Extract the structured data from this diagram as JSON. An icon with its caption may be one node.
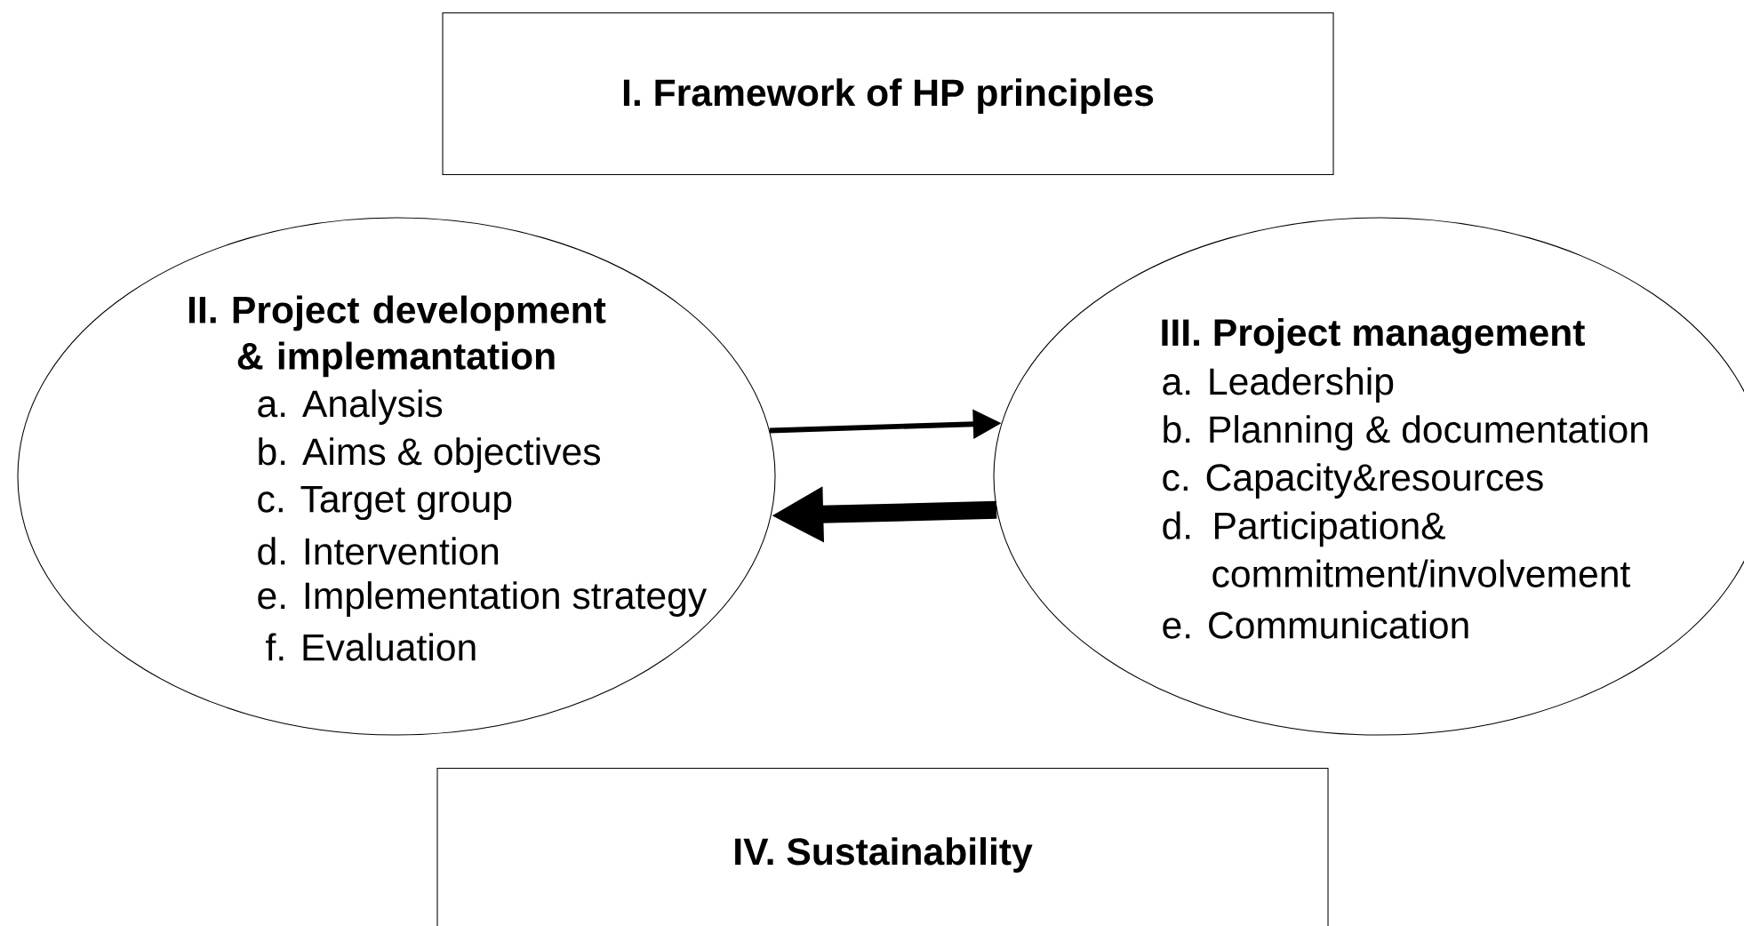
{
  "diagram": {
    "nodes": [
      {
        "text": [
          "I. Framework of HP principles"
        ]
      },
      {
        "text": [
          "II. Project development & implemantation",
          "a. Analysis",
          "b. Aims & objectives",
          "c. Target group",
          "d. Intervention",
          "e. Implementation strategy",
          "f. Evaluation"
        ]
      },
      {
        "text": [
          "III. Project management",
          "a. Leadership",
          "b. Planning & documentation",
          "c. Capacity&resources",
          "d. Participation& commitment/involvement",
          "e. Communication"
        ]
      },
      {
        "text": [
          "IV. Sustainability"
        ]
      }
    ],
    "edges": [
      {
        "from": 1,
        "to": 2,
        "arrow": "to"
      },
      {
        "from": 2,
        "to": 1,
        "arrow": "to",
        "style": "thick"
      }
    ]
  }
}
